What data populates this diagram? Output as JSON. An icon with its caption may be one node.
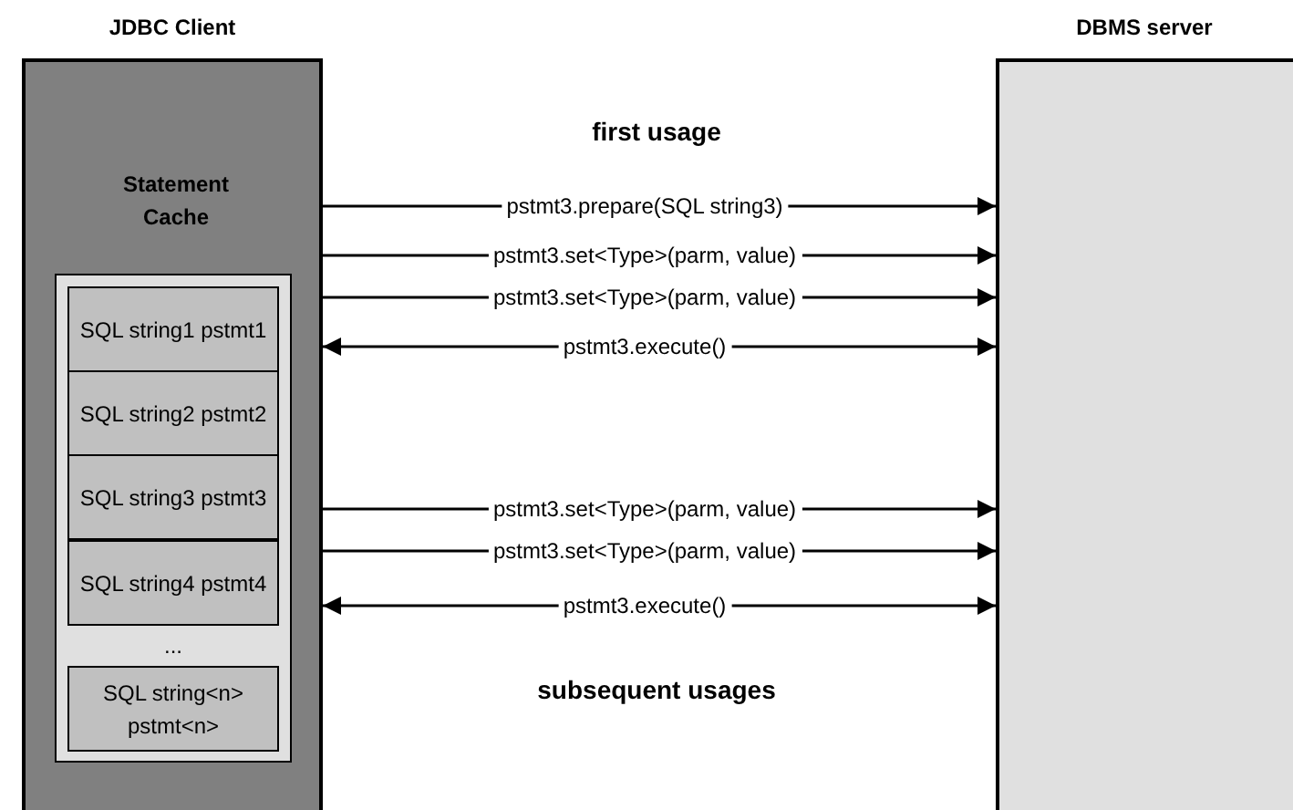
{
  "diagram": {
    "nodes": [
      {
        "text": [
          "JDBC Client"
        ]
      },
      {
        "text": [
          "Statement Cache"
        ],
        "in": 0
      },
      {
        "text": [
          "SQL string1 pstmt1"
        ],
        "in": 1
      },
      {
        "text": [
          "SQL string2 pstmt2"
        ],
        "in": 1
      },
      {
        "text": [
          "SQL string3 pstmt3"
        ],
        "in": 1
      },
      {
        "text": [
          "SQL string4 pstmt4"
        ],
        "in": 1
      },
      {
        "text": [
          "SQL string<n> pstmt<n>"
        ],
        "in": 1
      },
      {
        "text": [
          "DBMS server"
        ]
      }
    ],
    "edges": [
      {
        "from": 0,
        "to": 7,
        "arrow": "to",
        "label": "pstmt3.prepare(SQL string3)"
      },
      {
        "from": 0,
        "to": 7,
        "arrow": "to",
        "label": "pstmt3.set<Type>(parm, value)"
      },
      {
        "from": 0,
        "to": 7,
        "arrow": "to",
        "label": "pstmt3.set<Type>(parm, value)"
      },
      {
        "from": 0,
        "to": 7,
        "arrow": "both",
        "label": "pstmt3.execute()"
      },
      {
        "from": 0,
        "to": 7,
        "arrow": "to",
        "label": "pstmt3.set<Type>(parm, value)"
      },
      {
        "from": 0,
        "to": 7,
        "arrow": "to",
        "label": "pstmt3.set<Type>(parm, value)"
      },
      {
        "from": 0,
        "to": 7,
        "arrow": "both",
        "label": "pstmt3.execute()"
      }
    ],
    "labels": [
      "first usage",
      "...",
      "subsequent usages"
    ]
  }
}
